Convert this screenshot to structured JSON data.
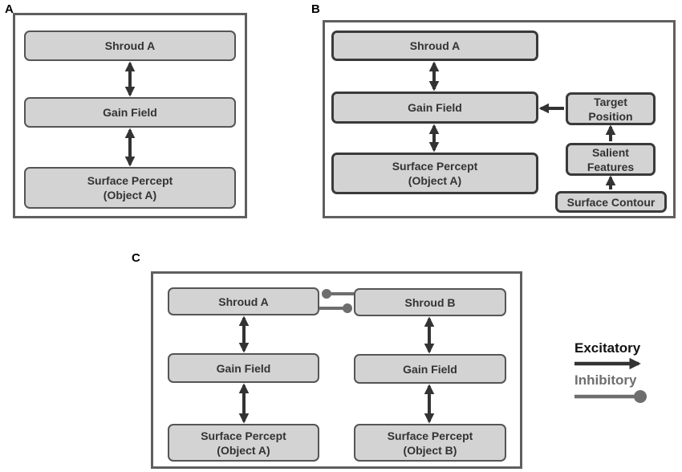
{
  "panels": {
    "a": {
      "letter": "A",
      "shroud": "Shroud A",
      "gain": "Gain Field",
      "surface_line1": "Surface Percept",
      "surface_line2": "(Object A)"
    },
    "b": {
      "letter": "B",
      "shroud": "Shroud A",
      "gain": "Gain Field",
      "surface_line1": "Surface Percept",
      "surface_line2": "(Object A)",
      "target_line1": "Target",
      "target_line2": "Position",
      "salient_line1": "Salient",
      "salient_line2": "Features",
      "contour": "Surface Contour"
    },
    "c": {
      "letter": "C",
      "shroud_a": "Shroud A",
      "shroud_b": "Shroud B",
      "gain_a": "Gain Field",
      "gain_b": "Gain Field",
      "surface_a_line1": "Surface Percept",
      "surface_a_line2": "(Object A)",
      "surface_b_line1": "Surface Percept",
      "surface_b_line2": "(Object B)"
    }
  },
  "legend": {
    "excitatory": "Excitatory",
    "inhibitory": "Inhibitory"
  },
  "colors": {
    "excitatory": "#333333",
    "inhibitory": "#6e6e6e",
    "box_fill": "#d3d3d3",
    "frame": "#5f5f5f"
  }
}
